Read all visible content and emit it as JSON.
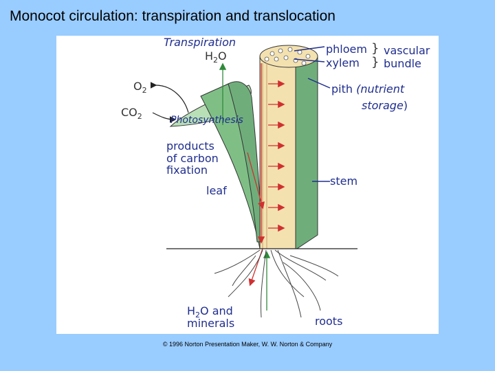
{
  "title": "Monocot circulation: transpiration and translocation",
  "copyright": "© 1996 Norton Presentation Maker, W. W. Norton & Company",
  "labels": {
    "transpiration": "Transpiration",
    "h2o_top_h": "H",
    "h2o_top_sub": "2",
    "h2o_top_o": "O",
    "o2_o": "O",
    "o2_sub": "2",
    "co2_co": "CO",
    "co2_sub": "2",
    "photosynthesis": "Photosynthesis",
    "products_line1": "products",
    "products_line2": "of carbon",
    "products_line3": "fixation",
    "leaf": "leaf",
    "phloem": "phloem",
    "xylem": "xylem",
    "vascular_line1": "vascular",
    "vascular_line2": "bundle",
    "pith": "pith",
    "nutrient": "(nutrient",
    "storage": "storage",
    "storage_paren": ")",
    "stem": "stem",
    "h2o_bottom_h": "H",
    "h2o_bottom_sub": "2",
    "h2o_bottom_rest": "O and",
    "minerals": "minerals",
    "roots": "roots"
  },
  "colors": {
    "background": "#99ccff",
    "leaf_green": "#7fbf86",
    "leaf_light": "#b9dfb6",
    "stem_green": "#6fae7b",
    "pith": "#f3e1b0",
    "label_blue": "#1f2e8f",
    "arrow_red": "#d03030",
    "arrow_green": "#2f8a3a"
  }
}
